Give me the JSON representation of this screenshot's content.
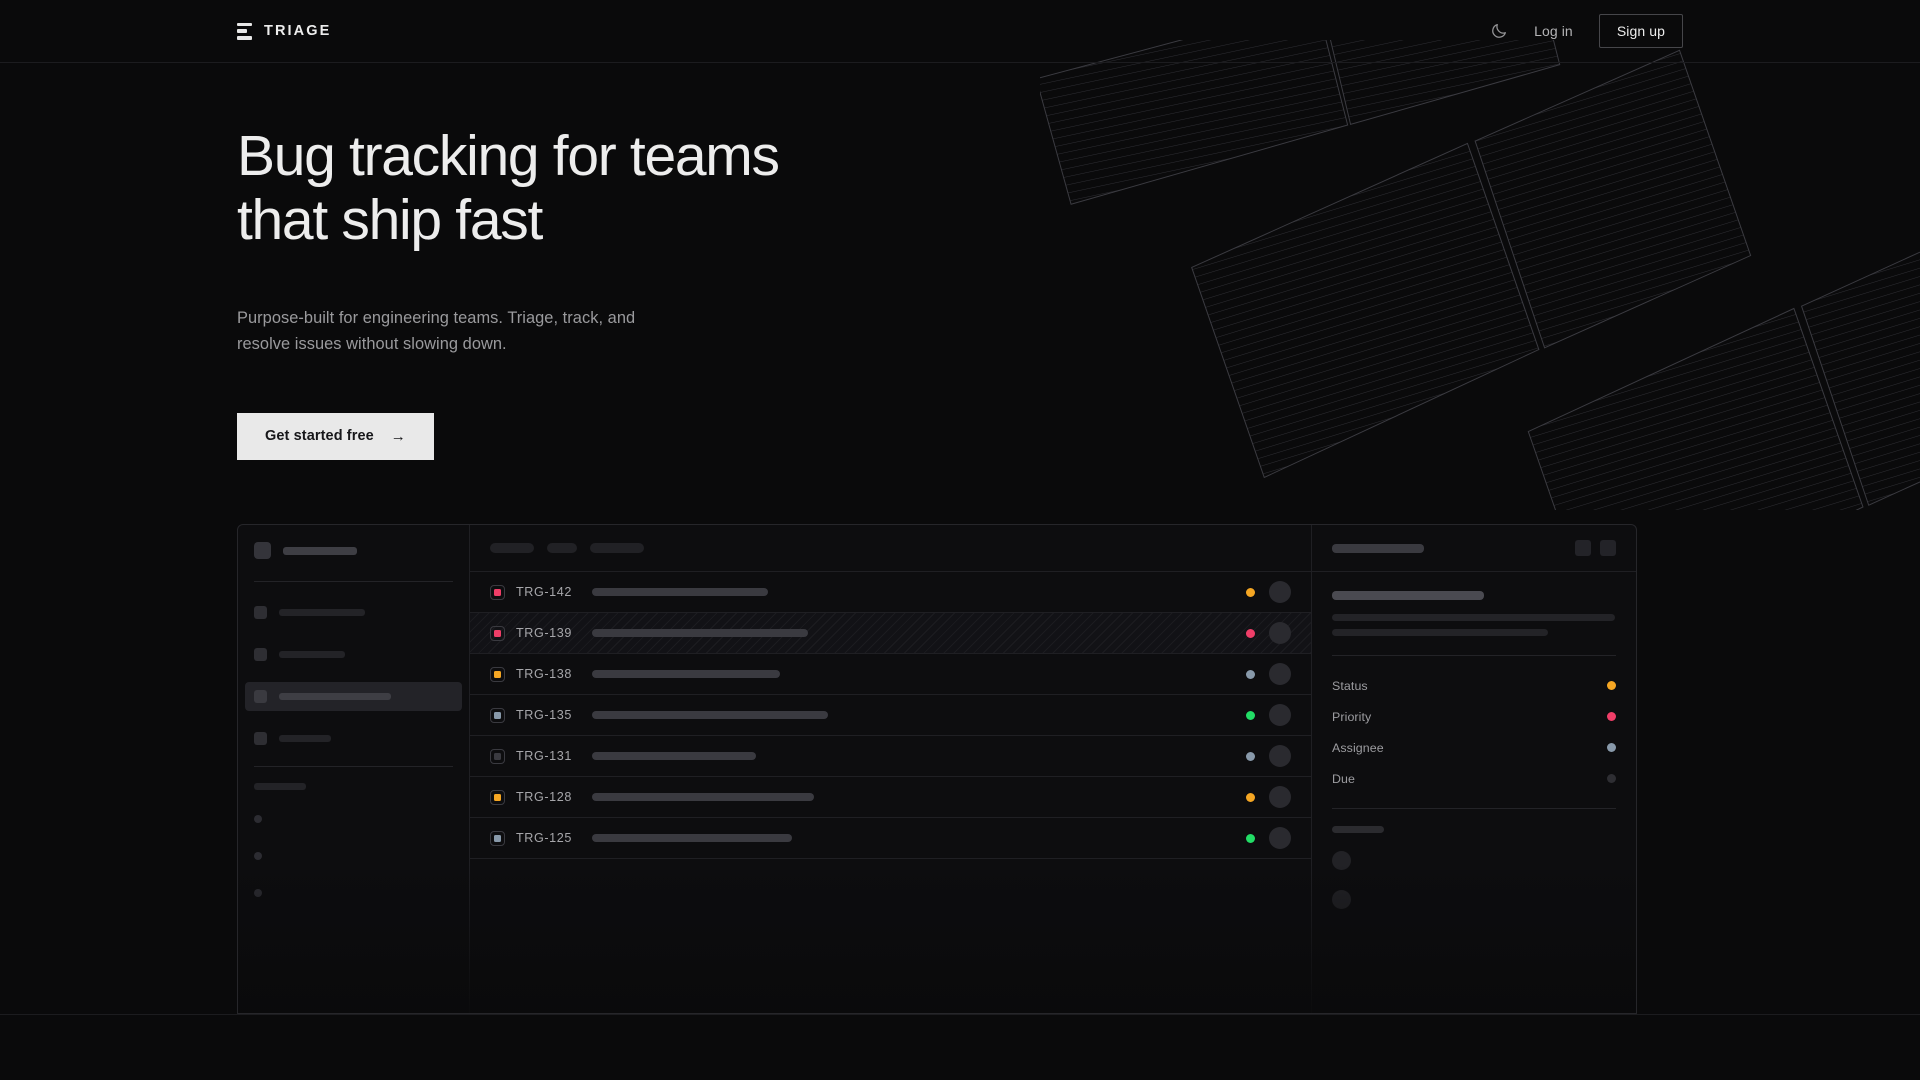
{
  "header": {
    "brand_name": "TRIAGE",
    "logo_icon": "stacked-bars-logo-icon",
    "theme_toggle_icon": "moon-icon",
    "login_label": "Log in",
    "signup_label": "Sign up"
  },
  "hero": {
    "heading": "Bug tracking for teams\nthat ship fast",
    "subheading": "Purpose-built for engineering teams. Triage, track, and\nresolve issues without slowing down.",
    "cta_label": "Get started free",
    "cta_arrow": "→"
  },
  "colors": {
    "page_bg": "#0a0a0b",
    "panel_bg": "#0d0d0f",
    "border": "#26262a",
    "divider": "#1f1f23",
    "text_primary": "#ededed",
    "text_muted": "#9a9a9d",
    "cta_bg": "#e9e9e9",
    "accent_amber": "#f5a623",
    "accent_pink": "#ef3e68",
    "accent_green": "#22dd66",
    "accent_slate": "#8899aa",
    "accent_none": "#3a3a40"
  },
  "app_mockup": {
    "sidebar": {
      "workspace_placeholder_width": 74,
      "nav_items": [
        {
          "label_width": 86,
          "active": false
        },
        {
          "label_width": 66,
          "active": false
        },
        {
          "label_width": 112,
          "active": true
        },
        {
          "label_width": 52,
          "active": false
        }
      ],
      "section_label_width": 52,
      "dot_items": 3
    },
    "list": {
      "toolbar_chips": [
        44,
        30,
        54
      ],
      "rows": [
        {
          "id": "TRG-142",
          "priority_color": "#ef3e68",
          "title_width": 176,
          "status_color": "#f5a623",
          "highlighted": false
        },
        {
          "id": "TRG-139",
          "priority_color": "#ef3e68",
          "title_width": 216,
          "status_color": "#ef3e68",
          "highlighted": true
        },
        {
          "id": "TRG-138",
          "priority_color": "#f5a623",
          "title_width": 188,
          "status_color": "#8899aa",
          "highlighted": false
        },
        {
          "id": "TRG-135",
          "priority_color": "#8899aa",
          "title_width": 236,
          "status_color": "#22dd66",
          "highlighted": false
        },
        {
          "id": "TRG-131",
          "priority_color": "#3a3a40",
          "title_width": 164,
          "status_color": "#8899aa",
          "highlighted": false
        },
        {
          "id": "TRG-128",
          "priority_color": "#f5a623",
          "title_width": 222,
          "status_color": "#f5a623",
          "highlighted": false
        },
        {
          "id": "TRG-125",
          "priority_color": "#8899aa",
          "title_width": 200,
          "status_color": "#22dd66",
          "highlighted": false
        }
      ]
    },
    "detail": {
      "header_placeholder_width": 92,
      "action_buttons": 2,
      "title_placeholder_width": 152,
      "body_line_widths": [
        283,
        216
      ],
      "meta": [
        {
          "label": "Status",
          "dot_color": "#f5a623"
        },
        {
          "label": "Priority",
          "dot_color": "#ef3e68"
        },
        {
          "label": "Assignee",
          "dot_color": "#8899aa"
        },
        {
          "label": "Due",
          "dot_color": "#2e2e33"
        }
      ],
      "activity_label_width": 52,
      "activity_avatars": 2
    }
  }
}
